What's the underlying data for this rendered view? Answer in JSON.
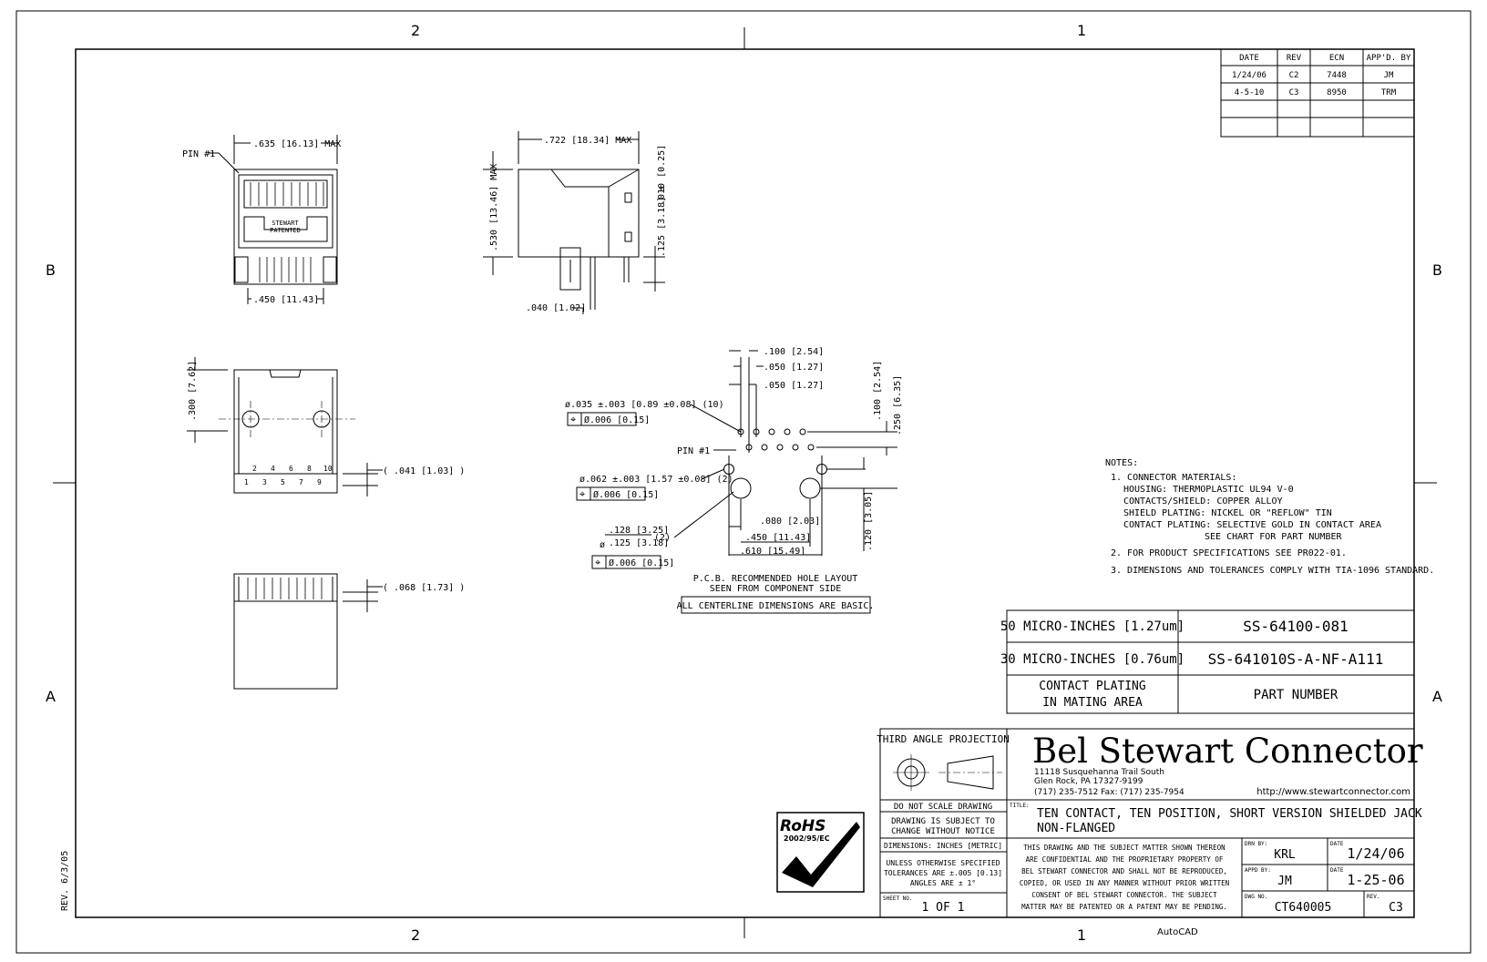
{
  "zones": {
    "top_left": "2",
    "top_right": "1",
    "bottom_left": "2",
    "bottom_right": "1",
    "left_top": "B",
    "left_bottom": "A",
    "right_top": "B",
    "right_bottom": "A"
  },
  "revision_table": {
    "headers": [
      "DATE",
      "REV",
      "ECN",
      "APP'D. BY"
    ],
    "rows": [
      [
        "1/24/06",
        "C2",
        "7448",
        "JM"
      ],
      [
        "4-5-10",
        "C3",
        "8950",
        "TRM"
      ]
    ]
  },
  "front_view": {
    "pin1": "PIN #1",
    "width_dim": ".635 [16.13] MAX",
    "inner_dim": ".450 [11.43]",
    "stamp1": "STEWART",
    "stamp2": "PATENTED"
  },
  "side_view": {
    "width_dim": ".722 [18.34] MAX",
    "height_dim": ".530 [13.46] MAX",
    "pin_dim1": ".010 [0.25]",
    "pin_dim2": ".125 [3.18] ±",
    "tail_dim": ".040 [1.02]"
  },
  "bottom_view": {
    "height_dim": ".300 [7.62]",
    "right_dim": "( .041 [1.03] )",
    "pin_labels_top": [
      "2",
      "4",
      "6",
      "8",
      "10"
    ],
    "pin_labels_bottom": [
      "1",
      "3",
      "5",
      "7",
      "9"
    ]
  },
  "rear_view": {
    "right_dim": "( .068 [1.73] )"
  },
  "pcb_layout": {
    "dim_top1": ".100 [2.54]",
    "dim_top2": ".050 [1.27]",
    "dim_top3": ".050 [1.27]",
    "dim_right1": ".100 [2.54]",
    "dim_right2": ".250 [6.35]",
    "hole1": "ø.035 ±.003 [0.89 ±0.08] (10)",
    "tol1": "Ø.006 [0.15]",
    "pin1": "PIN #1",
    "hole2": "ø.062 ±.003 [1.57 ±0.08] (2)",
    "tol2": "Ø.006 [0.15]",
    "hole3_top": ".128 [3.25]",
    "hole3_bot": ".125 [3.18]",
    "hole3_qty": "(2)",
    "hole3_prefix": "ø",
    "tol3": "Ø.006 [0.15]",
    "dim_b1": ".080 [2.03]",
    "dim_b2": ".450 [11.43]",
    "dim_b3": ".610 [15.49]",
    "dim_b4": ".120 [3.05]",
    "caption1": "P.C.B. RECOMMENDED HOLE LAYOUT",
    "caption2": "SEEN FROM COMPONENT SIDE",
    "note_box": "ALL CENTERLINE DIMENSIONS ARE BASIC."
  },
  "notes": {
    "heading": "NOTES:",
    "lines": [
      "1. CONNECTOR MATERIALS:",
      "HOUSING:   THERMOPLASTIC UL94 V-0",
      "CONTACTS/SHIELD:   COPPER ALLOY",
      "SHIELD PLATING:   NICKEL OR \"REFLOW\" TIN",
      "CONTACT PLATING:  SELECTIVE GOLD IN CONTACT AREA",
      "SEE CHART FOR PART NUMBER",
      "2. FOR PRODUCT SPECIFICATIONS SEE PR022-01.",
      "3. DIMENSIONS AND TOLERANCES COMPLY WITH TIA-1096 STANDARD."
    ]
  },
  "part_table": {
    "rows": [
      [
        "50 MICRO-INCHES [1.27um]",
        "SS-64100-081"
      ],
      [
        "30 MICRO-INCHES [0.76um]",
        "SS-641010S-A-NF-A111"
      ]
    ],
    "footer_left1": "CONTACT PLATING",
    "footer_left2": "IN MATING AREA",
    "footer_right": "PART NUMBER"
  },
  "title_block": {
    "projection": "THIRD ANGLE PROJECTION",
    "company": "Bel Stewart Connector",
    "address1": "11118 Susquehanna Trail South",
    "address2": "Glen Rock, PA  17327-9199",
    "address3": "(717) 235-7512   Fax: (717) 235-7954",
    "url": "http://www.stewartconnector.com",
    "no_scale": "DO NOT SCALE DRAWING",
    "subject1": "DRAWING IS SUBJECT TO",
    "subject2": "CHANGE WITHOUT NOTICE",
    "dims": "DIMENSIONS: INCHES [METRIC]",
    "tol1": "UNLESS OTHERWISE SPECIFIED",
    "tol2": "TOLERANCES ARE ±.005 [0.13]",
    "tol3": "ANGLES ARE ± 1°",
    "sheet_label": "SHEET NO.",
    "sheet": "1 OF 1",
    "title_label": "TITLE:",
    "title1": "TEN CONTACT, TEN POSITION, SHORT VERSION SHIELDED JACK",
    "title2": "NON-FLANGED",
    "conf": [
      "THIS DRAWING AND THE SUBJECT MATTER SHOWN THEREON",
      "ARE CONFIDENTIAL AND THE PROPRIETARY PROPERTY OF",
      "BEL STEWART CONNECTOR AND SHALL NOT BE REPRODUCED,",
      "COPIED, OR USED IN ANY MANNER WITHOUT PRIOR WRITTEN",
      "CONSENT OF BEL STEWART CONNECTOR.  THE SUBJECT",
      "MATTER MAY BE PATENTED OR A PATENT MAY BE PENDING."
    ],
    "drn_label": "DRN BY:",
    "drn": "KRL",
    "date_label": "DATE",
    "date1": "1/24/06",
    "date2": "1-25-06",
    "appd_label": "APPD BY:",
    "appd": "JM",
    "dwg_label": "DWG NO.",
    "dwg": "CT640005",
    "rev_label": "REV.",
    "rev": "C3"
  },
  "rohs": {
    "title": "RoHS",
    "sub": "2002/95/EC"
  },
  "side_rev": "REV. 6/3/05",
  "autocad": "AutoCAD"
}
